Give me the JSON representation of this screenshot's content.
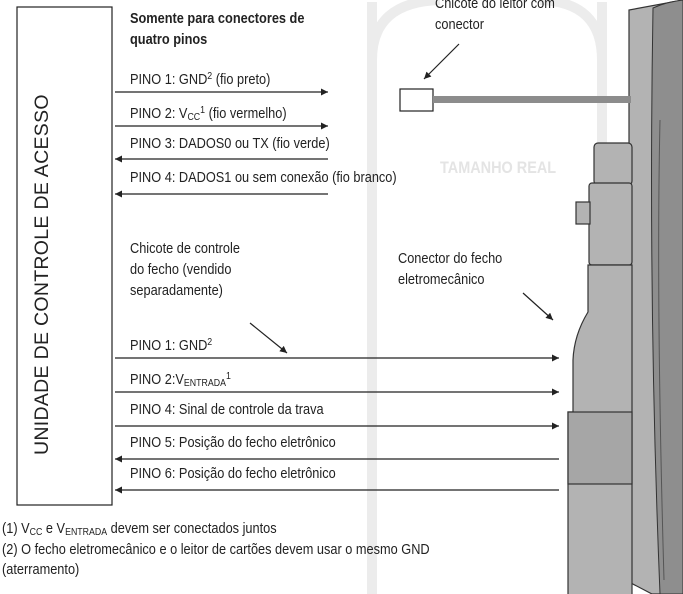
{
  "unit_title": "UNIDADE DE CONTROLE DE ACESSO",
  "watermark": "TAMANHO REAL",
  "top_header": [
    "Somente para conectores de",
    "quatro pinos"
  ],
  "reader_harness_label": [
    "Chicote do leitor com",
    "conector"
  ],
  "reader_pins": [
    {
      "pre": "PINO 1: GND",
      "sup": "2",
      "post": " (fio preto)",
      "dir": "out"
    },
    {
      "pre": "PINO 2: V",
      "sub": "CC",
      "sup": "1",
      "post": " (fio vermelho)",
      "dir": "out"
    },
    {
      "pre": "PINO 3: DADOS0 ou TX (fio verde)",
      "dir": "in"
    },
    {
      "pre": "PINO 4: DADOS1 ou sem conexão (fio branco)",
      "dir": "in"
    }
  ],
  "lock_harness_label": [
    "Chicote de controle",
    "do fecho (vendido",
    "separadamente)"
  ],
  "lock_connector_label": [
    "Conector do fecho",
    "eletromecânico"
  ],
  "lock_pins": [
    {
      "pre": "PINO 1: GND",
      "sup": "2",
      "post": "",
      "dir": "out"
    },
    {
      "pre": "PINO 2:V",
      "sub": "ENTRADA",
      "sup": "1",
      "post": "",
      "dir": "out"
    },
    {
      "pre": "PINO 4: Sinal de controle da trava",
      "dir": "out"
    },
    {
      "pre": "PINO 5: Posição do fecho eletrônico",
      "dir": "in"
    },
    {
      "pre": "PINO 6: Posição do fecho eletrônico",
      "dir": "in"
    }
  ],
  "footnote1": {
    "a": "(1) V",
    "sub1": "CC",
    "b": " e V",
    "sub2": "ENTRADA",
    "c": " devem ser conectados juntos"
  },
  "footnote2": [
    "(2) O fecho eletromecânico e o leitor de cartões devem usar o mesmo GND",
    "(aterramento)"
  ]
}
